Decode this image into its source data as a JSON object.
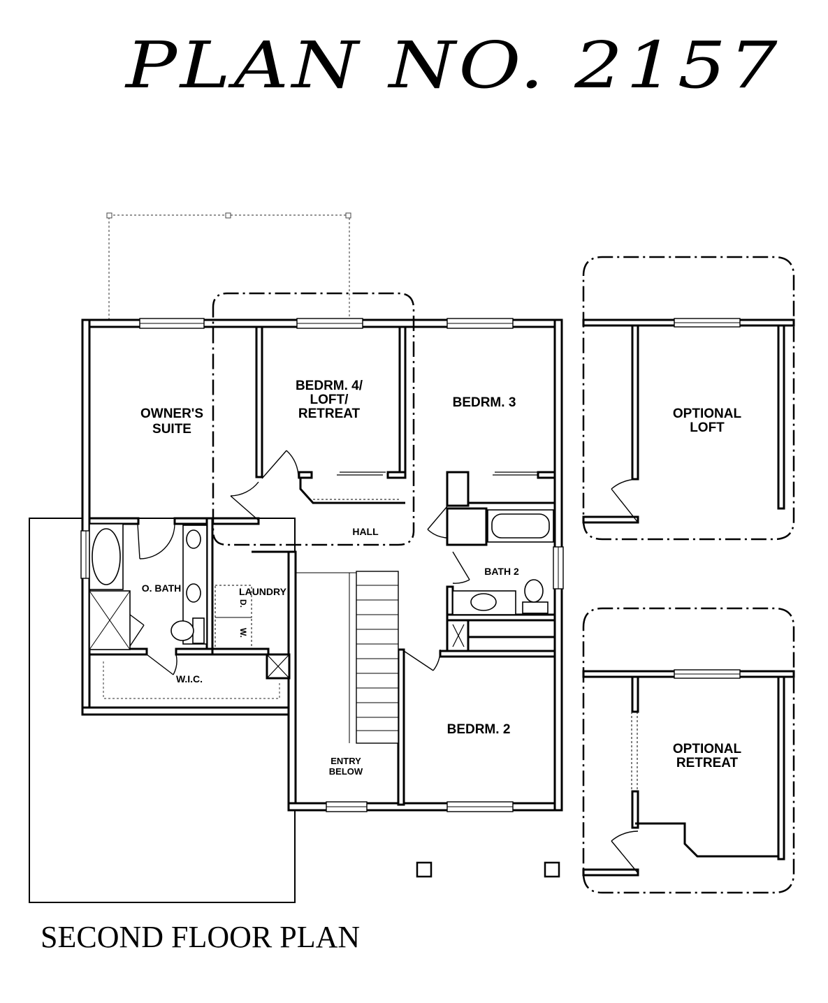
{
  "title": "PLAN NO. 2157",
  "caption": "SECOND FLOOR PLAN",
  "rooms": {
    "owners_suite": [
      "OWNER'S",
      "SUITE"
    ],
    "bedroom4": [
      "BEDRM. 4/",
      "LOFT/",
      "RETREAT"
    ],
    "bedroom3": "BEDRM. 3",
    "optional_loft": [
      "OPTIONAL",
      "LOFT"
    ],
    "hall": "HALL",
    "bath2": "BATH 2",
    "owners_bath": "O. BATH",
    "laundry": "LAUNDRY",
    "dryer": "D.",
    "washer": "W.",
    "wic": "W.I.C.",
    "bedroom2": "BEDRM. 2",
    "entry_below": [
      "ENTRY",
      "BELOW"
    ],
    "optional_retreat": [
      "OPTIONAL",
      "RETREAT"
    ]
  }
}
